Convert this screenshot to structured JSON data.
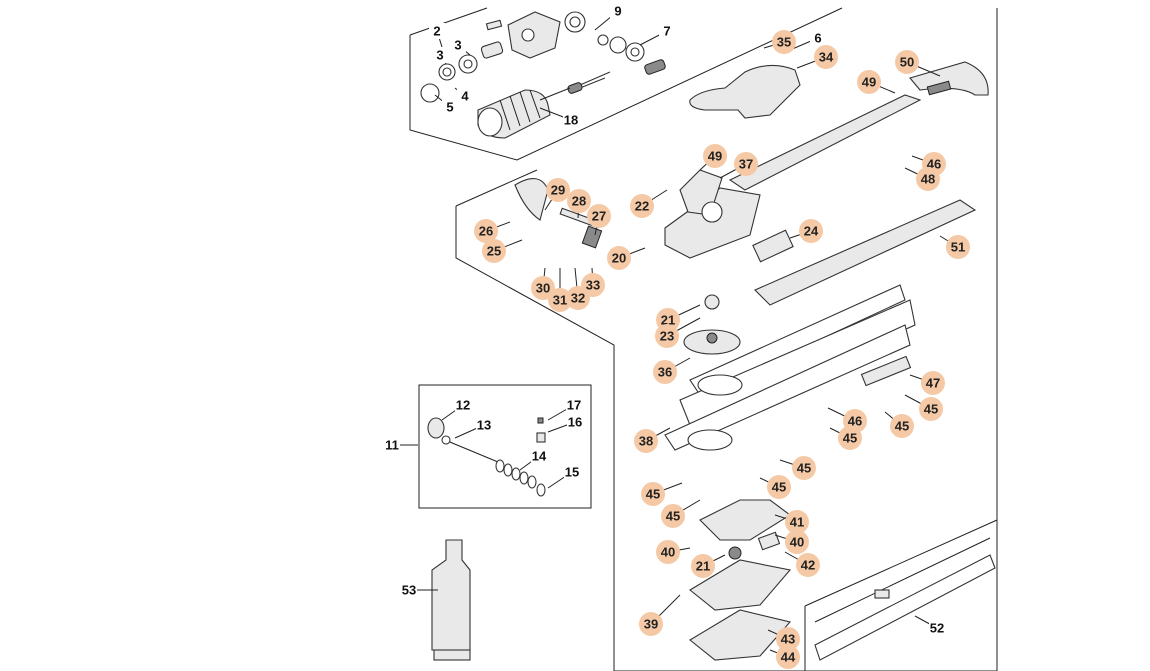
{
  "callouts": [
    {
      "label": "2",
      "highlight": false
    },
    {
      "label": "3",
      "highlight": false
    },
    {
      "label": "3",
      "highlight": false
    },
    {
      "label": "4",
      "highlight": false
    },
    {
      "label": "5",
      "highlight": false
    },
    {
      "label": "9",
      "highlight": false
    },
    {
      "label": "7",
      "highlight": false
    },
    {
      "label": "6",
      "highlight": false
    },
    {
      "label": "18",
      "highlight": false
    },
    {
      "label": "35",
      "highlight": true
    },
    {
      "label": "34",
      "highlight": true
    },
    {
      "label": "50",
      "highlight": true
    },
    {
      "label": "49",
      "highlight": true
    },
    {
      "label": "49",
      "highlight": true
    },
    {
      "label": "37",
      "highlight": true
    },
    {
      "label": "46",
      "highlight": true
    },
    {
      "label": "48",
      "highlight": true
    },
    {
      "label": "29",
      "highlight": true
    },
    {
      "label": "28",
      "highlight": true
    },
    {
      "label": "27",
      "highlight": true
    },
    {
      "label": "26",
      "highlight": true
    },
    {
      "label": "25",
      "highlight": true
    },
    {
      "label": "22",
      "highlight": true
    },
    {
      "label": "24",
      "highlight": true
    },
    {
      "label": "20",
      "highlight": true
    },
    {
      "label": "51",
      "highlight": true
    },
    {
      "label": "30",
      "highlight": true
    },
    {
      "label": "31",
      "highlight": true
    },
    {
      "label": "32",
      "highlight": true
    },
    {
      "label": "33",
      "highlight": true
    },
    {
      "label": "21",
      "highlight": true
    },
    {
      "label": "23",
      "highlight": true
    },
    {
      "label": "36",
      "highlight": true
    },
    {
      "label": "47",
      "highlight": true
    },
    {
      "label": "45",
      "highlight": true
    },
    {
      "label": "46",
      "highlight": true
    },
    {
      "label": "45",
      "highlight": true
    },
    {
      "label": "45",
      "highlight": true
    },
    {
      "label": "38",
      "highlight": true
    },
    {
      "label": "45",
      "highlight": true
    },
    {
      "label": "45",
      "highlight": true
    },
    {
      "label": "45",
      "highlight": true
    },
    {
      "label": "45",
      "highlight": true
    },
    {
      "label": "41",
      "highlight": true
    },
    {
      "label": "40",
      "highlight": true
    },
    {
      "label": "40",
      "highlight": true
    },
    {
      "label": "21",
      "highlight": true
    },
    {
      "label": "42",
      "highlight": true
    },
    {
      "label": "39",
      "highlight": true
    },
    {
      "label": "43",
      "highlight": true
    },
    {
      "label": "44",
      "highlight": true
    },
    {
      "label": "52",
      "highlight": false
    },
    {
      "label": "53",
      "highlight": false
    },
    {
      "label": "11",
      "highlight": false
    },
    {
      "label": "12",
      "highlight": false
    },
    {
      "label": "13",
      "highlight": false
    },
    {
      "label": "14",
      "highlight": false
    },
    {
      "label": "15",
      "highlight": false
    },
    {
      "label": "16",
      "highlight": false
    },
    {
      "label": "17",
      "highlight": false
    }
  ],
  "colors": {
    "highlight": "#f5c9a5",
    "line": "#222222"
  }
}
